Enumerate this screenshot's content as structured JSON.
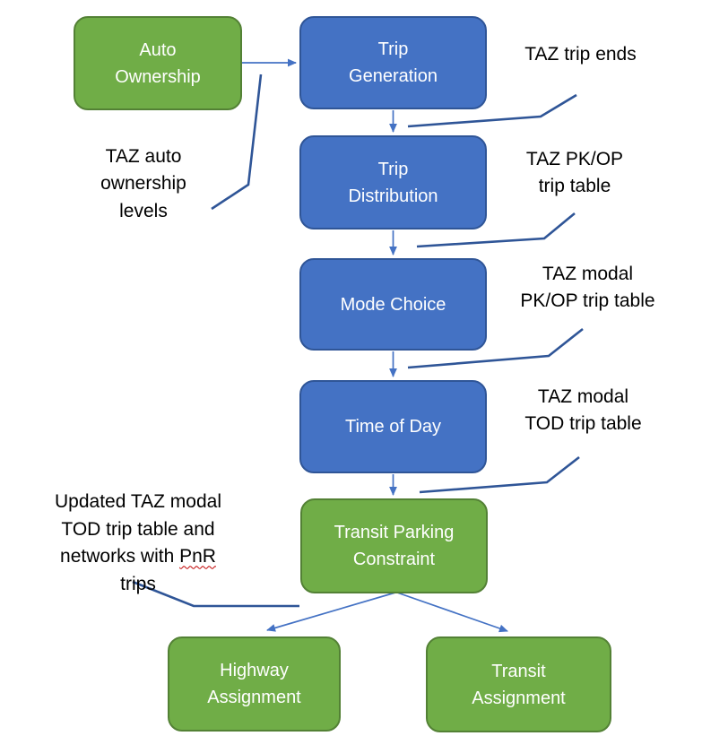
{
  "boxes": [
    {
      "id": "auto-ownership",
      "label": "Auto\nOwnership",
      "fill": "#70AD47",
      "border": "#538135"
    },
    {
      "id": "trip-generation",
      "label": "Trip\nGeneration",
      "fill": "#4472C4",
      "border": "#2F5597"
    },
    {
      "id": "trip-distribution",
      "label": "Trip\nDistribution",
      "fill": "#4472C4",
      "border": "#2F5597"
    },
    {
      "id": "mode-choice",
      "label": "Mode Choice",
      "fill": "#4472C4",
      "border": "#2F5597"
    },
    {
      "id": "time-of-day",
      "label": "Time of Day",
      "fill": "#4472C4",
      "border": "#2F5597"
    },
    {
      "id": "transit-parking-constraint",
      "label": "Transit Parking\nConstraint",
      "fill": "#70AD47",
      "border": "#538135"
    },
    {
      "id": "highway-assignment",
      "label": "Highway\nAssignment",
      "fill": "#70AD47",
      "border": "#538135"
    },
    {
      "id": "transit-assignment",
      "label": "Transit\nAssignment",
      "fill": "#70AD47",
      "border": "#538135"
    }
  ],
  "annotations": [
    {
      "id": "taz-trip-ends",
      "text": "TAZ trip ends"
    },
    {
      "id": "taz-auto-ownership-levels",
      "text": "TAZ auto\nownership\nlevels"
    },
    {
      "id": "taz-pk-op-trip-table",
      "text": "TAZ PK/OP\ntrip table"
    },
    {
      "id": "taz-modal-pk-op-trip-table",
      "text": "TAZ modal\nPK/OP trip table"
    },
    {
      "id": "taz-modal-tod-trip-table",
      "text": "TAZ modal\nTOD trip table"
    },
    {
      "id": "updated-taz-modal-tod",
      "prefix": "Updated TAZ modal\nTOD trip table and\nnetworks with ",
      "misspelled": "PnR",
      "suffix": "\ntrips"
    }
  ],
  "flow": [
    "Auto Ownership -> Trip Generation",
    "Trip Generation -> Trip Distribution",
    "Trip Distribution -> Mode Choice",
    "Mode Choice -> Time of Day",
    "Time of Day -> Transit Parking Constraint",
    "Transit Parking Constraint -> Highway Assignment",
    "Transit Parking Constraint -> Transit Assignment"
  ],
  "colors": {
    "green_fill": "#70AD47",
    "green_border": "#538135",
    "blue_fill": "#4472C4",
    "blue_border": "#2F5597",
    "connector_arrow": "#4472C4",
    "leader_line": "#2F5597",
    "box_text": "#FFFFFF",
    "annotation_text": "#000000",
    "spellcheck_squiggle": "#C00000"
  }
}
